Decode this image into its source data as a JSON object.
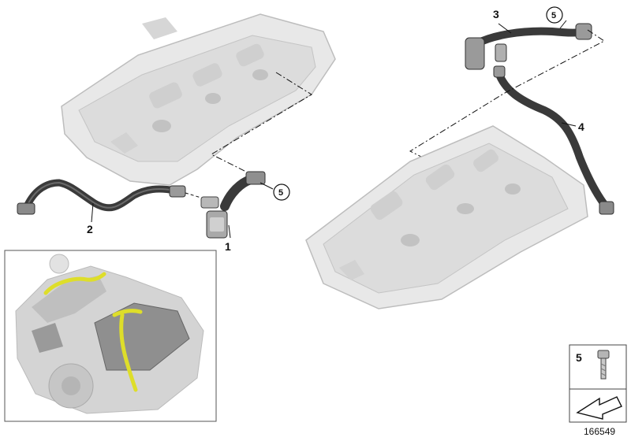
{
  "callouts": {
    "part1": "1",
    "part2": "2",
    "part3": "3",
    "part4": "4",
    "part5_a": "5",
    "part5_b": "5"
  },
  "legend": {
    "bolt_label": "5"
  },
  "diagram_number": "166549",
  "colors": {
    "cover": "#e6e6e6",
    "cover_dark": "#c9c9c9",
    "hose": "#3a3a3a",
    "hose_highlight": "#dede2a",
    "engine": "#cfcfcf",
    "line": "#111111"
  },
  "icons": {
    "bolt": "bolt-icon",
    "arrow": "orientation-arrow-icon"
  }
}
